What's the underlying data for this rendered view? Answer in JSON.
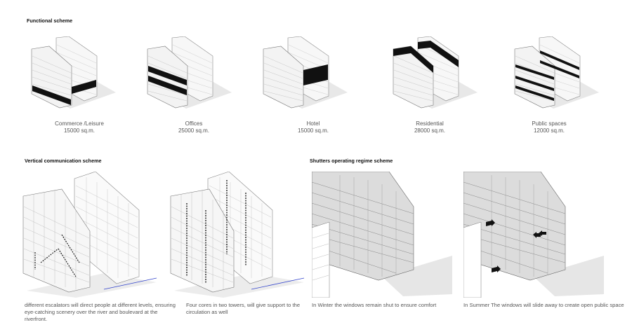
{
  "functional_scheme": {
    "title": "Functional scheme",
    "items": [
      {
        "name": "Commerce /Leisure",
        "area": "15000 sq.m.",
        "highlight": "bottom"
      },
      {
        "name": "Offices",
        "area": "25000 sq.m.",
        "highlight": "middle"
      },
      {
        "name": "Hotel",
        "area": "15000 sq.m.",
        "highlight": "right-middle"
      },
      {
        "name": "Residential",
        "area": "28000 sq.m.",
        "highlight": "top"
      },
      {
        "name": "Public spaces",
        "area": "12000 sq.m.",
        "highlight": "stripes"
      }
    ]
  },
  "vertical_communication": {
    "title": "Vertical communication scheme",
    "descriptions": [
      "different escalators will direct people at different levels, ensuring eye-catching scenery over the river and boulevard at the riverfront.",
      "Four cores in two towers, will give support to the circulation as well"
    ]
  },
  "shutters": {
    "title": "Shutters operating regime scheme",
    "descriptions": [
      "In Winter the windows remain shut to ensure comfort",
      "In Summer The windows will slide away to create open public space"
    ]
  }
}
